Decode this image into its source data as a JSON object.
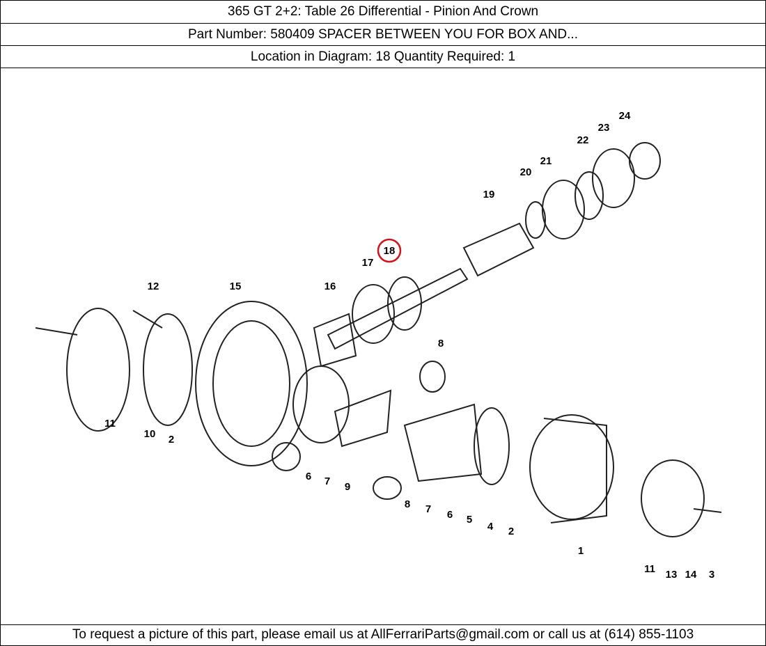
{
  "header": {
    "title": "365 GT 2+2:   Table 26 Differential - Pinion And Crown",
    "part_line": "Part Number: 580409   SPACER BETWEEN YOU FOR BOX AND...",
    "location_line": "Location in Diagram: 18   Quantity Required: 1"
  },
  "diagram": {
    "highlight_color": "#d0141c",
    "highlighted_callout": "18",
    "callouts": [
      "24",
      "23",
      "22",
      "21",
      "20",
      "19",
      "18",
      "17",
      "16",
      "12",
      "15",
      "8",
      "11",
      "10",
      "2",
      "6",
      "7",
      "9",
      "8",
      "7",
      "6",
      "5",
      "4",
      "2",
      "1",
      "11",
      "13",
      "14",
      "3"
    ]
  },
  "footer": {
    "text": "To request a picture of this part, please email us at AllFerrariParts@gmail.com or call us at (614) 855-1103"
  }
}
